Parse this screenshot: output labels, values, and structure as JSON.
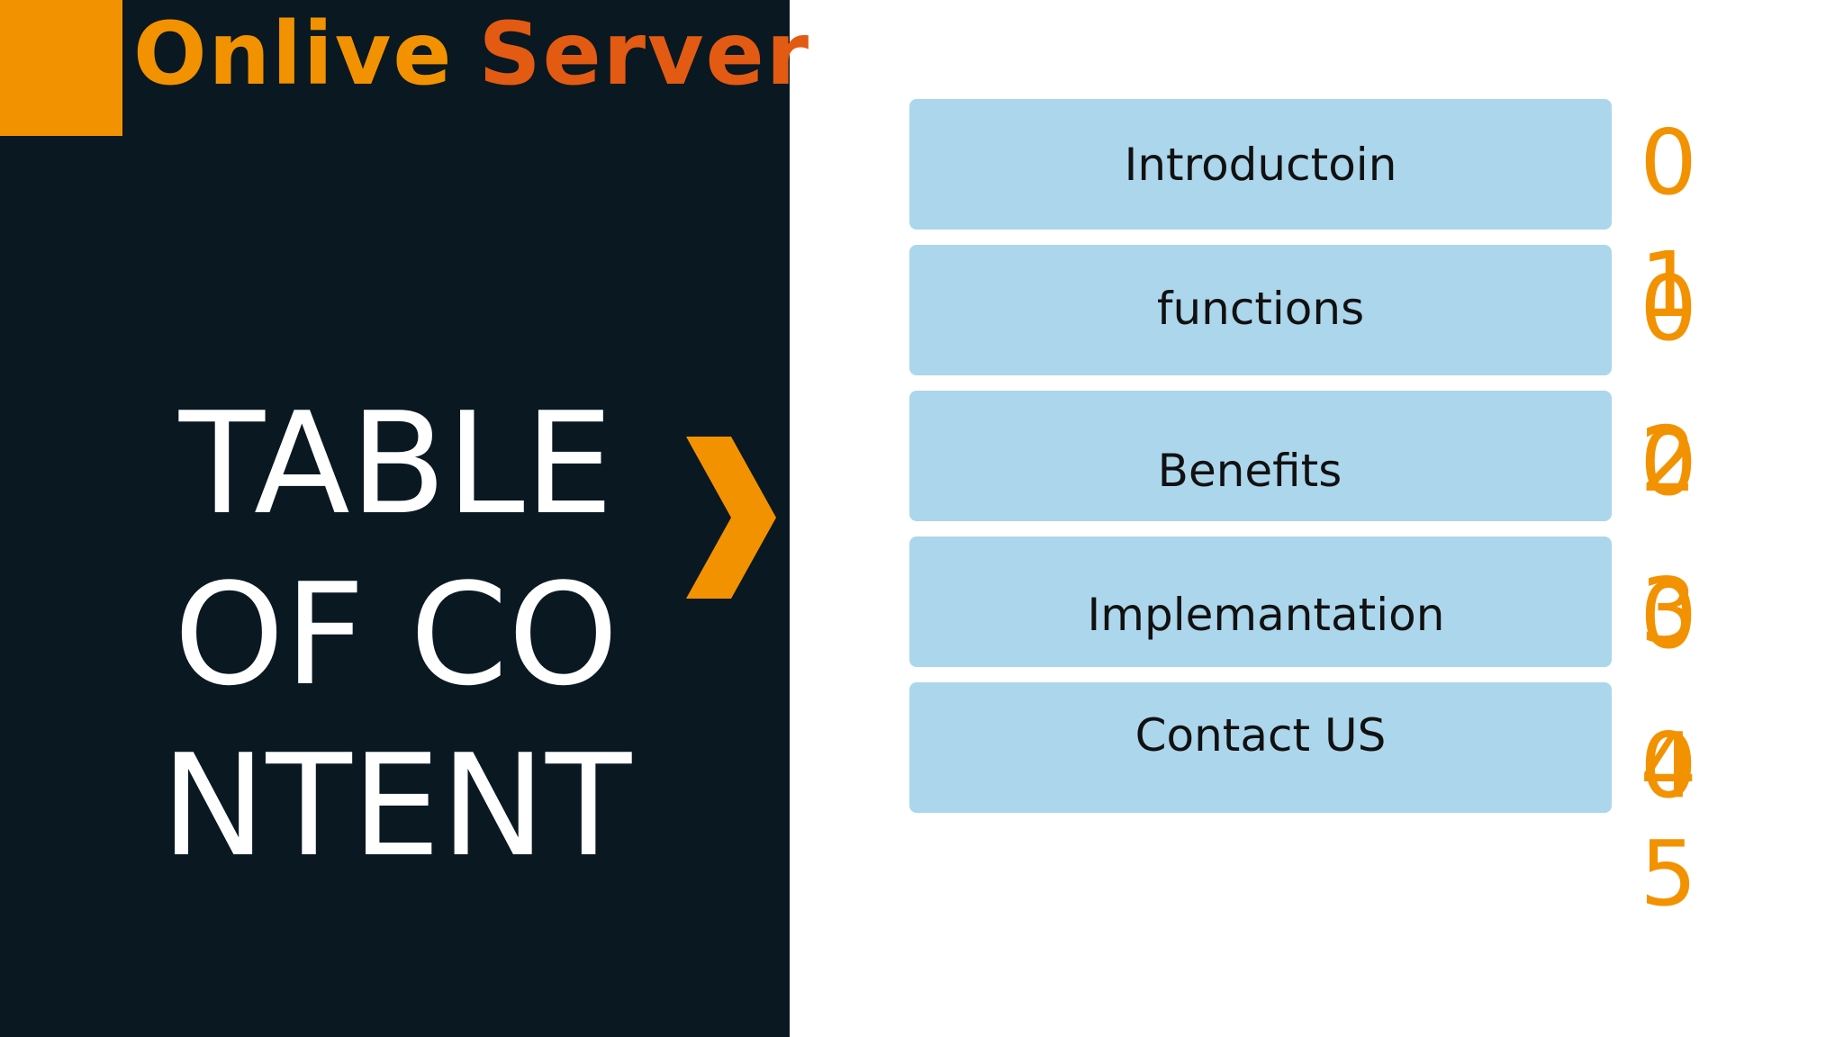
{
  "brand": {
    "name_part1": "Onlive",
    "name_part2": "Server"
  },
  "title": "TABLE OF CONTENT",
  "toc": {
    "items": [
      {
        "label": "Introductoin"
      },
      {
        "label": "functions"
      },
      {
        "label": "Benefits"
      },
      {
        "label": "Implemantation"
      },
      {
        "label": "Contact US"
      }
    ]
  },
  "numbers": {
    "row0": "0",
    "row1a": "1",
    "row1b": "0",
    "row2a": "2",
    "row2b": "0",
    "row3a": "3",
    "row3b": "0",
    "row4a": "4",
    "row4b": "0",
    "row5": "5"
  },
  "colors": {
    "panel": "#0a1822",
    "accent": "#f39200",
    "accent_dark": "#e35a12",
    "item_bg": "#acd6ec"
  },
  "icons": {
    "chevron": "chevron-right-icon"
  }
}
